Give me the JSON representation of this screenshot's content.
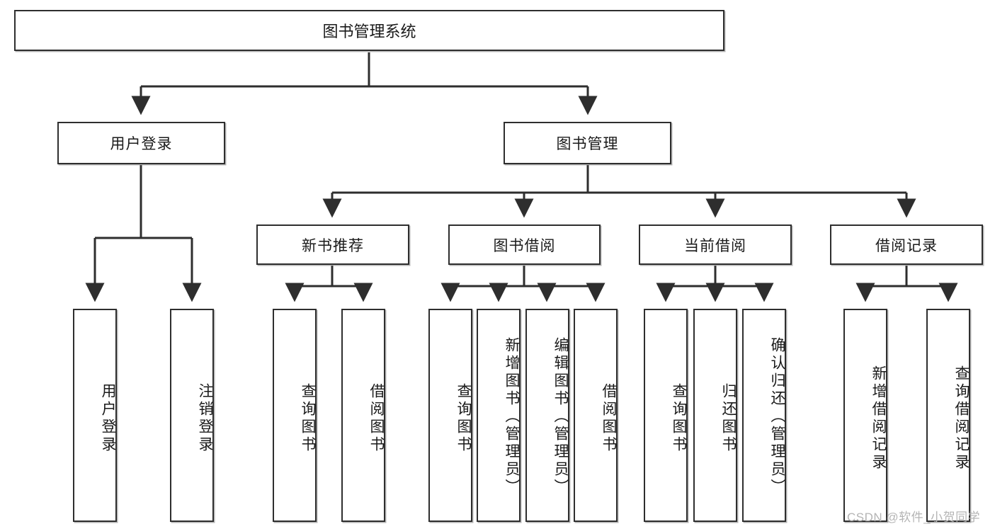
{
  "diagram": {
    "title": "图书管理系统",
    "type": "tree-hierarchy",
    "root": {
      "label": "图书管理系统"
    },
    "level2": [
      {
        "label": "用户登录"
      },
      {
        "label": "图书管理"
      }
    ],
    "level3": [
      {
        "label": "新书推荐"
      },
      {
        "label": "图书借阅"
      },
      {
        "label": "当前借阅"
      },
      {
        "label": "借阅记录"
      }
    ],
    "leaves": {
      "user_login": [
        {
          "label": "用户登录"
        },
        {
          "label": "注销登录"
        }
      ],
      "new_book_recommend": [
        {
          "label": "查询图书"
        },
        {
          "label": "借阅图书"
        }
      ],
      "book_borrow": [
        {
          "label": "查询图书"
        },
        {
          "label": "新增图书（管理员）"
        },
        {
          "label": "编辑图书（管理员）"
        },
        {
          "label": "借阅图书"
        }
      ],
      "current_borrow": [
        {
          "label": "查询图书"
        },
        {
          "label": "归还图书"
        },
        {
          "label": "确认归还（管理员）"
        }
      ],
      "borrow_record": [
        {
          "label": "新增借阅记录"
        },
        {
          "label": "查询借阅记录"
        }
      ]
    }
  },
  "watermark": {
    "text": "CSDN @软件_小贺同学"
  },
  "colors": {
    "border": "#2e2e2e",
    "background": "#ffffff",
    "text": "#1a1a1a",
    "watermark": "#b4b4b4"
  }
}
